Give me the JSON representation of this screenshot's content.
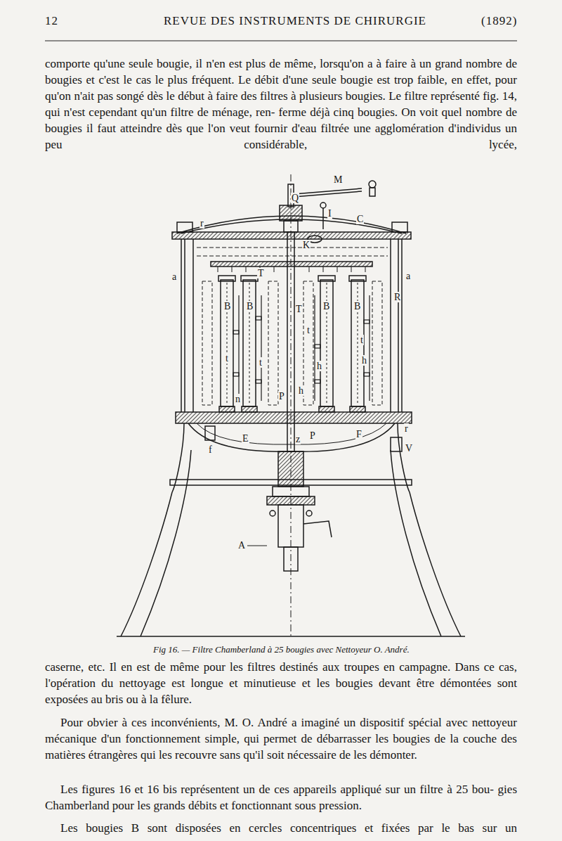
{
  "diagram": {
    "title": "REVUE DES INSTRUMENTS DE CHIRURGIE",
    "caption": "Fig 16. — Filtre Chamberland à 25 bougies avec Nettoyeur O. André.",
    "labels": [
      "12",
      "(1892)",
      "comporte qu'une seule bougie, il n'en est plus de même, lorsqu'on a à faire à un grand nombre de bougies et c'est le cas le plus fréquent. Le débit d'une seule bougie est trop faible, en effet, pour qu'on n'ait pas songé dès le début à faire des filtres à plusieurs bougies. Le filtre représenté fig. 14, qui n'est cependant qu'un filtre de ménage, ren- ferme déjà cinq bougies. On voit quel nombre de bougies il faut atteindre dès que l'on veut fournir d'eau filtrée une agglomération d'individus un peu considérable, lycée,",
      "M",
      "Q",
      "I",
      "C",
      "r",
      "K",
      "a",
      "a",
      "T",
      "B",
      "B",
      "T",
      "B",
      "B",
      "R",
      "t",
      "t",
      "t",
      "t",
      "h",
      "h",
      "h",
      "n",
      "P",
      "E",
      "z",
      "P",
      "F",
      "r",
      "V",
      "f",
      "A",
      "caserne, etc. Il en est de même pour les filtres destinés aux troupes en campagne. Dans ce cas, l'opération du nettoyage est longue et minutieuse et les bougies devant être démontées sont exposées au bris ou à la fêlure.",
      "Pour obvier à ces inconvénients, M. O. André a imaginé un dispositif spécial avec nettoyeur mécanique d'un fonctionnement simple, qui permet de débarrasser les bougies de la couche des matières étrangères qui les recouvre sans qu'il soit nécessaire de les démonter.",
      "Les figures 16 et 16 bis représentent un de ces appareils appliqué sur un filtre à 25 bou- gies Chamberland pour les grands débits et fonctionnant sous pression.",
      "Les bougies B sont disposées en cercles concentriques et fixées par le bas sur un"
    ]
  }
}
